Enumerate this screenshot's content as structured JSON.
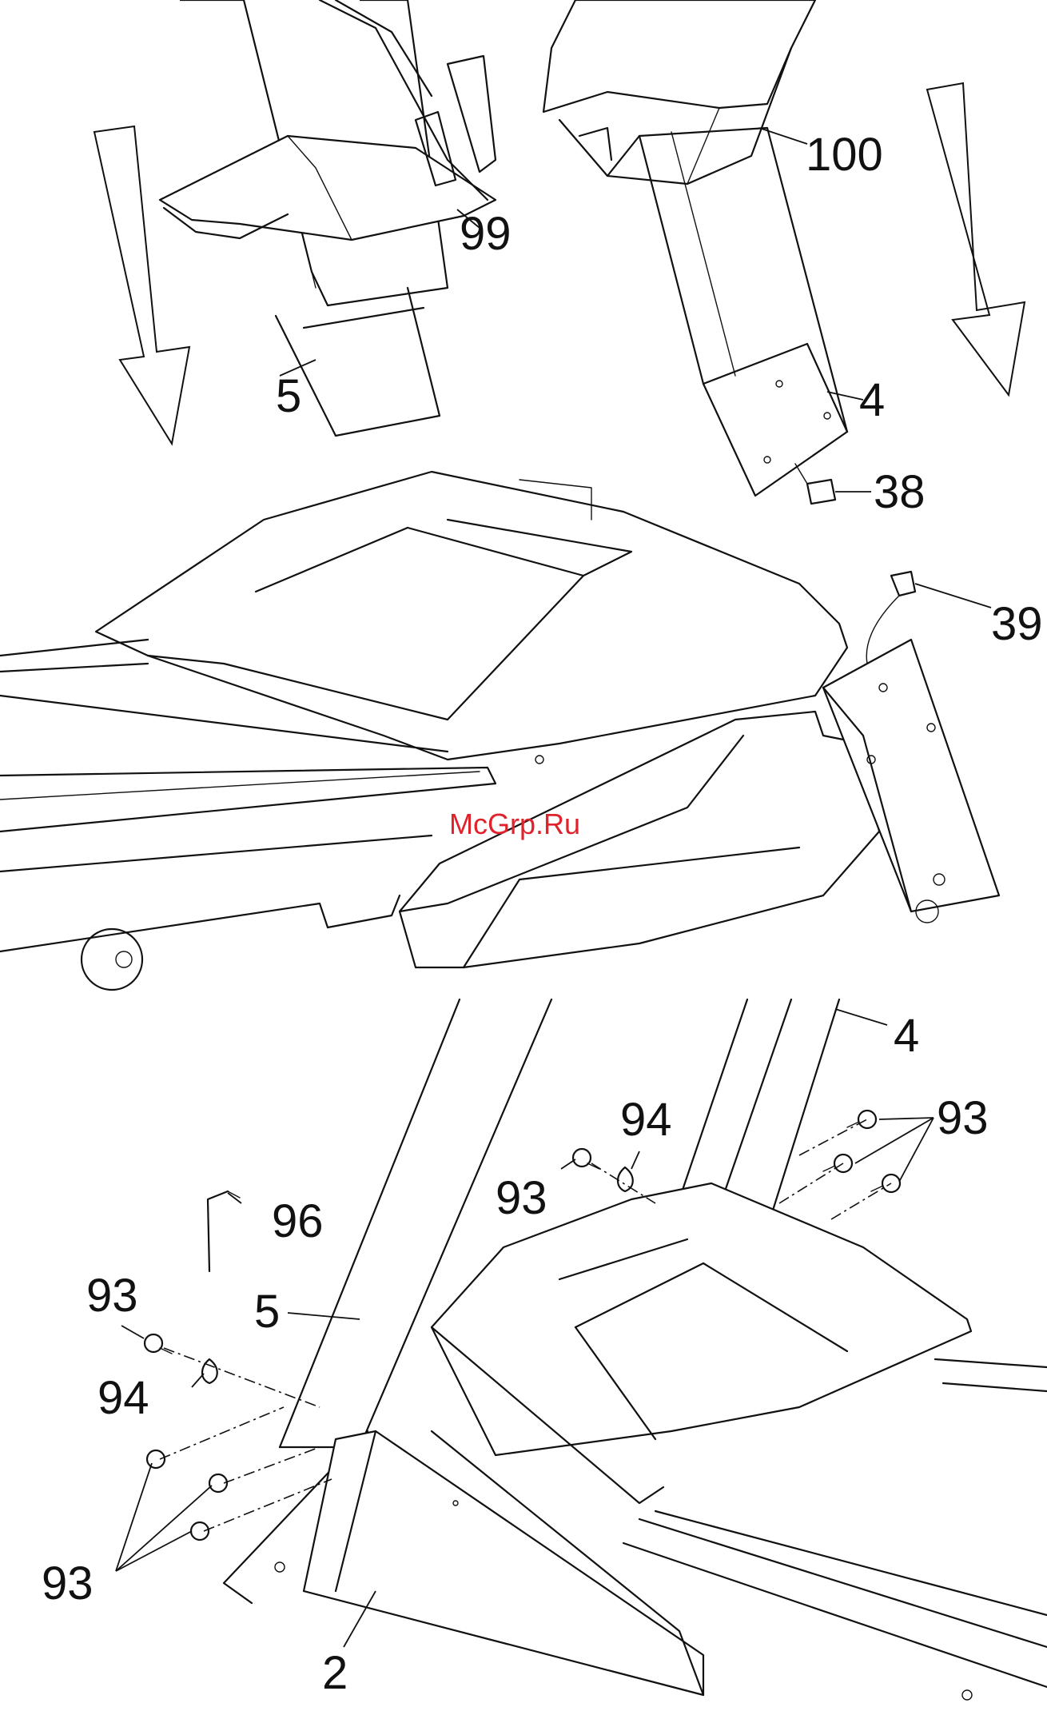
{
  "watermark": "McGrp.Ru",
  "callouts": {
    "top_99": "99",
    "top_100": "100",
    "top_5": "5",
    "top_4": "4",
    "top_38": "38",
    "top_39": "39",
    "bottom_4": "4",
    "bottom_94_right": "94",
    "bottom_93_right_group": "93",
    "bottom_93_right_single": "93",
    "bottom_96": "96",
    "bottom_5": "5",
    "bottom_93_left_single": "93",
    "bottom_94_left": "94",
    "bottom_93_left_group": "93",
    "bottom_2": "2"
  }
}
